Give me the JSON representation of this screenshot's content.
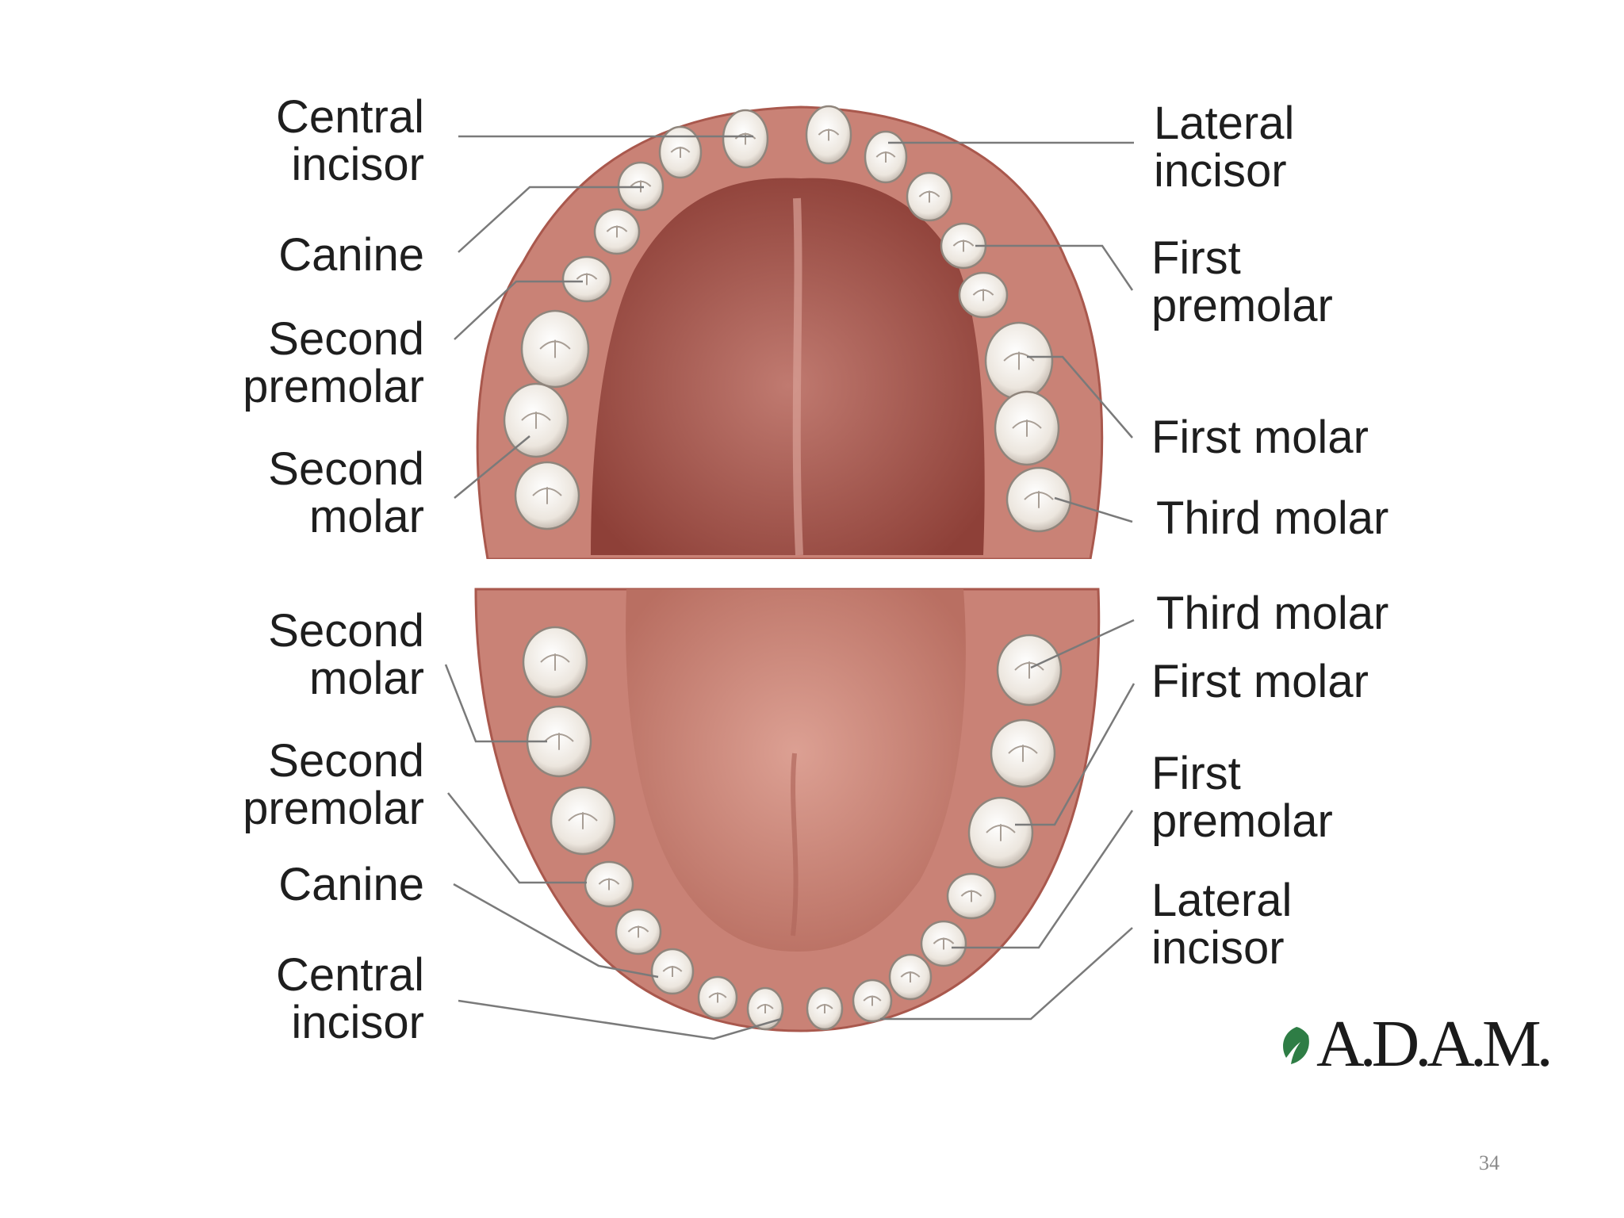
{
  "labels": {
    "upper_left": [
      {
        "text": "Central\nincisor"
      },
      {
        "text": "Canine"
      },
      {
        "text": "Second\npremolar"
      },
      {
        "text": "Second\nmolar"
      }
    ],
    "upper_right": [
      {
        "text": "Lateral\nincisor"
      },
      {
        "text": "First\npremolar"
      },
      {
        "text": "First molar"
      },
      {
        "text": "Third molar"
      }
    ],
    "lower_left": [
      {
        "text": "Second\nmolar"
      },
      {
        "text": "Second\npremolar"
      },
      {
        "text": "Canine"
      },
      {
        "text": "Central\nincisor"
      }
    ],
    "lower_right": [
      {
        "text": "Third molar"
      },
      {
        "text": "First molar"
      },
      {
        "text": "First\npremolar"
      },
      {
        "text": "Lateral\nincisor"
      }
    ]
  },
  "logo": {
    "text": "A.D.A.M.",
    "icon": "leaf-icon"
  },
  "page_number": "34",
  "colors": {
    "gum": "#c97e72",
    "gum_dark": "#a9584d",
    "palate": "#b5675d",
    "tongue": "#d39285",
    "tooth": "#f3efea",
    "tooth_shadow": "#b7aea6",
    "leader_line": "#7a7a7a",
    "logo_leaf": "#2e7d45"
  }
}
